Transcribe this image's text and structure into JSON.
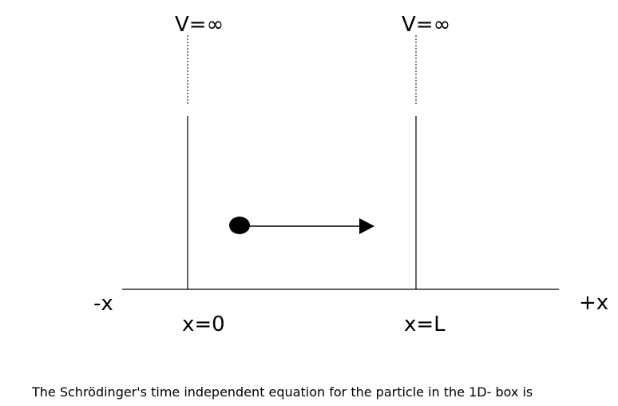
{
  "labels": {
    "left_potential": "V=∞",
    "right_potential": "V=∞",
    "negative_x": "-x",
    "positive_x": "+x",
    "left_wall_position": "x=0",
    "right_wall_position": "x=L"
  },
  "caption": "The Schrödinger's time independent equation for the particle in the 1D- box is",
  "colors": {
    "ink": "#000000",
    "background": "#ffffff"
  }
}
